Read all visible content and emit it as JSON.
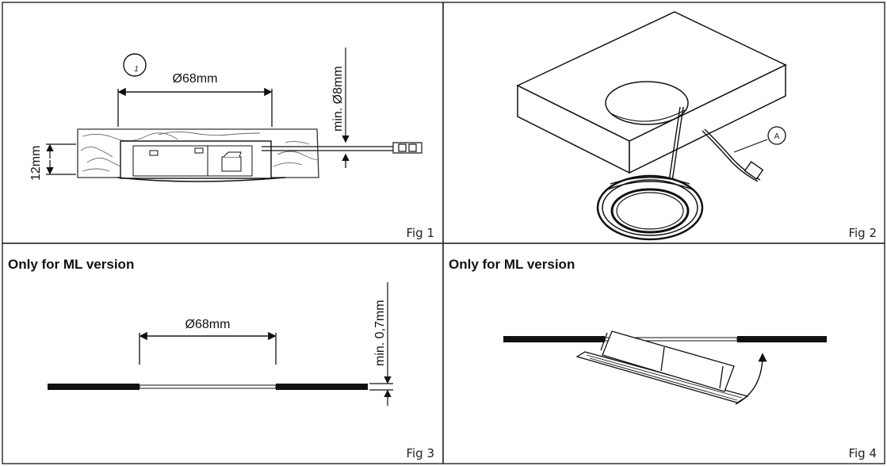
{
  "panels": {
    "fig1": {
      "caption": "Fig 1",
      "badge": "1",
      "cutout_label": "Ø68mm",
      "thickness_label": "12mm",
      "clearance_label": "min. Ø8mm"
    },
    "fig2": {
      "caption": "Fig 2",
      "callout": "A"
    },
    "fig3": {
      "heading": "Only for ML version",
      "caption": "Fig 3",
      "cutout_label": "Ø68mm",
      "thickness_label": "min. 0,7mm"
    },
    "fig4": {
      "heading": "Only for ML version",
      "caption": "Fig 4"
    }
  },
  "colors": {
    "line": "#1a1a1a",
    "panel_border": "#333333",
    "wood_grain": "#555555"
  }
}
